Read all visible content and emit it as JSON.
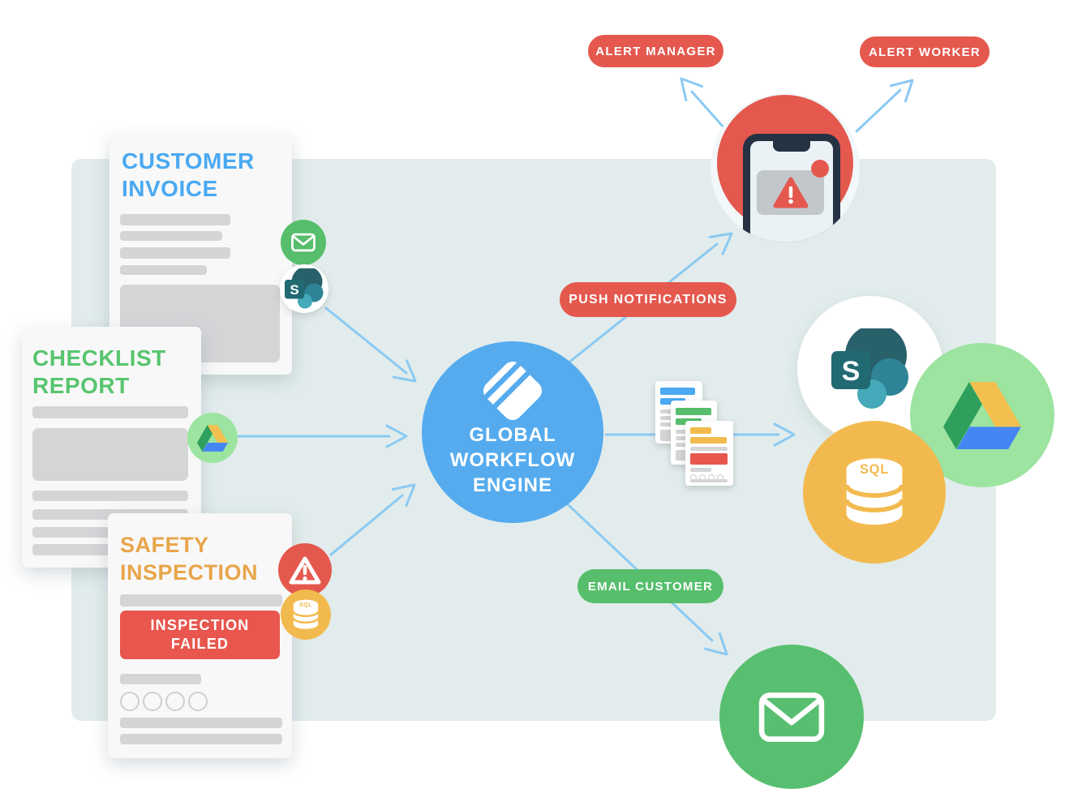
{
  "diagram": {
    "panel_color": "#E2ECEC",
    "arrow_color": "#8BCAF3"
  },
  "pills": {
    "alert_manager": "ALERT MANAGER",
    "alert_worker": "ALERT WORKER",
    "push_notifications": "PUSH NOTIFICATIONS",
    "email_customer": "EMAIL CUSTOMER"
  },
  "engine": {
    "line1": "GLOBAL",
    "line2": "WORKFLOW",
    "line3": "ENGINE",
    "color": "#55ABEE"
  },
  "cards": {
    "invoice": {
      "title_line1": "CUSTOMER",
      "title_line2": "INVOICE",
      "title_color": "#4AA9F2"
    },
    "checklist": {
      "title_line1": "CHECKLIST",
      "title_line2": "REPORT",
      "title_color": "#58C56F"
    },
    "safety": {
      "title_line1": "SAFETY",
      "title_line2": "INSPECTION",
      "title_color": "#E8A54A",
      "status_line1": "INSPECTION",
      "status_line2": "FAILED",
      "status_color": "#E8564E"
    }
  },
  "icons": {
    "sharepoint_letter": "S",
    "sql_label": "SQL",
    "email_icon": "envelope",
    "alert_icon": "warning-triangle",
    "google_drive_icon": "drive-triangle",
    "push_device_icon": "smartphone-alert"
  },
  "colors": {
    "red": "#E4584E",
    "green": "#57BE6C",
    "light_green": "#9CE4A0",
    "yellow": "#F2BA4E",
    "doc_blue": "#4AA9F2",
    "engine_blue": "#55ABEE",
    "phone_frame": "#243244",
    "sharepoint_teal": "#1F6B73",
    "drive_green": "#2E9F5C",
    "drive_yellow": "#F1C04F",
    "drive_blue": "#4486F4"
  }
}
